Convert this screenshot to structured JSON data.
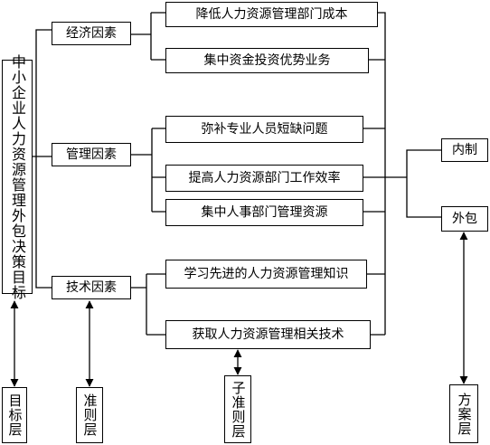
{
  "goal": "中小企业人力资源管理外包决策目标",
  "criteria": [
    {
      "label": "经济因素"
    },
    {
      "label": "管理因素"
    },
    {
      "label": "技术因素"
    }
  ],
  "subcriteria": [
    {
      "label": "降低人力资源管理部门成本"
    },
    {
      "label": "集中资金投资优势业务"
    },
    {
      "label": "弥补专业人员短缺问题"
    },
    {
      "label": "提高人力资源部门工作效率"
    },
    {
      "label": "集中人事部门管理资源"
    },
    {
      "label": "学习先进的人力资源管理知识"
    },
    {
      "label": "获取人力资源管理相关技术"
    }
  ],
  "options": [
    {
      "label": "内制"
    },
    {
      "label": "外包"
    }
  ],
  "layers": {
    "goal_layer": "目标层",
    "criteria_layer": "准则层",
    "subcriteria_layer": "子准则层",
    "options_layer": "方案层"
  }
}
